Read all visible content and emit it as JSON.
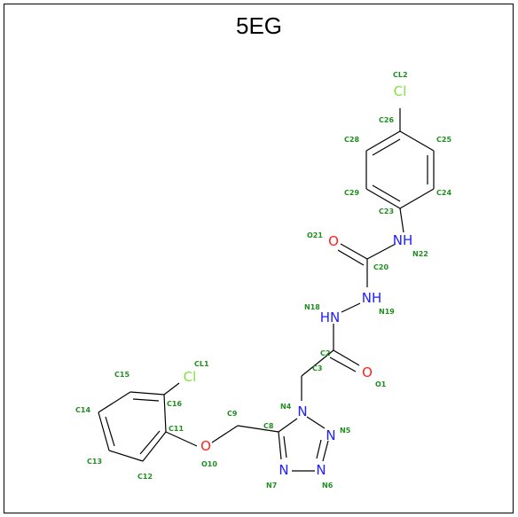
{
  "title": "5EG",
  "colors": {
    "carbon_bond": "#000000",
    "nitrogen": "#2020ff",
    "oxygen": "#ff2020",
    "chlorine": "#80e040",
    "atom_label": "#1f8f1f"
  },
  "atoms": {
    "CL2": "Cl",
    "CL1": "Cl",
    "N22": "NH",
    "N19": "NH",
    "N18": "HN",
    "O21": "O",
    "O1": "O",
    "O10": "O",
    "N4": "N",
    "N5": "N",
    "N6": "N",
    "N7": "N"
  },
  "labels": {
    "CL2": "CL2",
    "C26": "C26",
    "C28": "C28",
    "C25": "C25",
    "C29": "C29",
    "C24": "C24",
    "C23": "C23",
    "O21": "O21",
    "N22": "N22",
    "C20": "C20",
    "N18": "N18",
    "N19": "N19",
    "C3": "C3",
    "C2": "C2",
    "O1": "O1",
    "CL1": "CL1",
    "C15": "C15",
    "C16": "C16",
    "C14": "C14",
    "C11": "C11",
    "C9": "C9",
    "N4": "N4",
    "C8": "C8",
    "N5": "N5",
    "C13": "C13",
    "O10": "O10",
    "C12": "C12",
    "N7": "N7",
    "N6": "N6"
  }
}
